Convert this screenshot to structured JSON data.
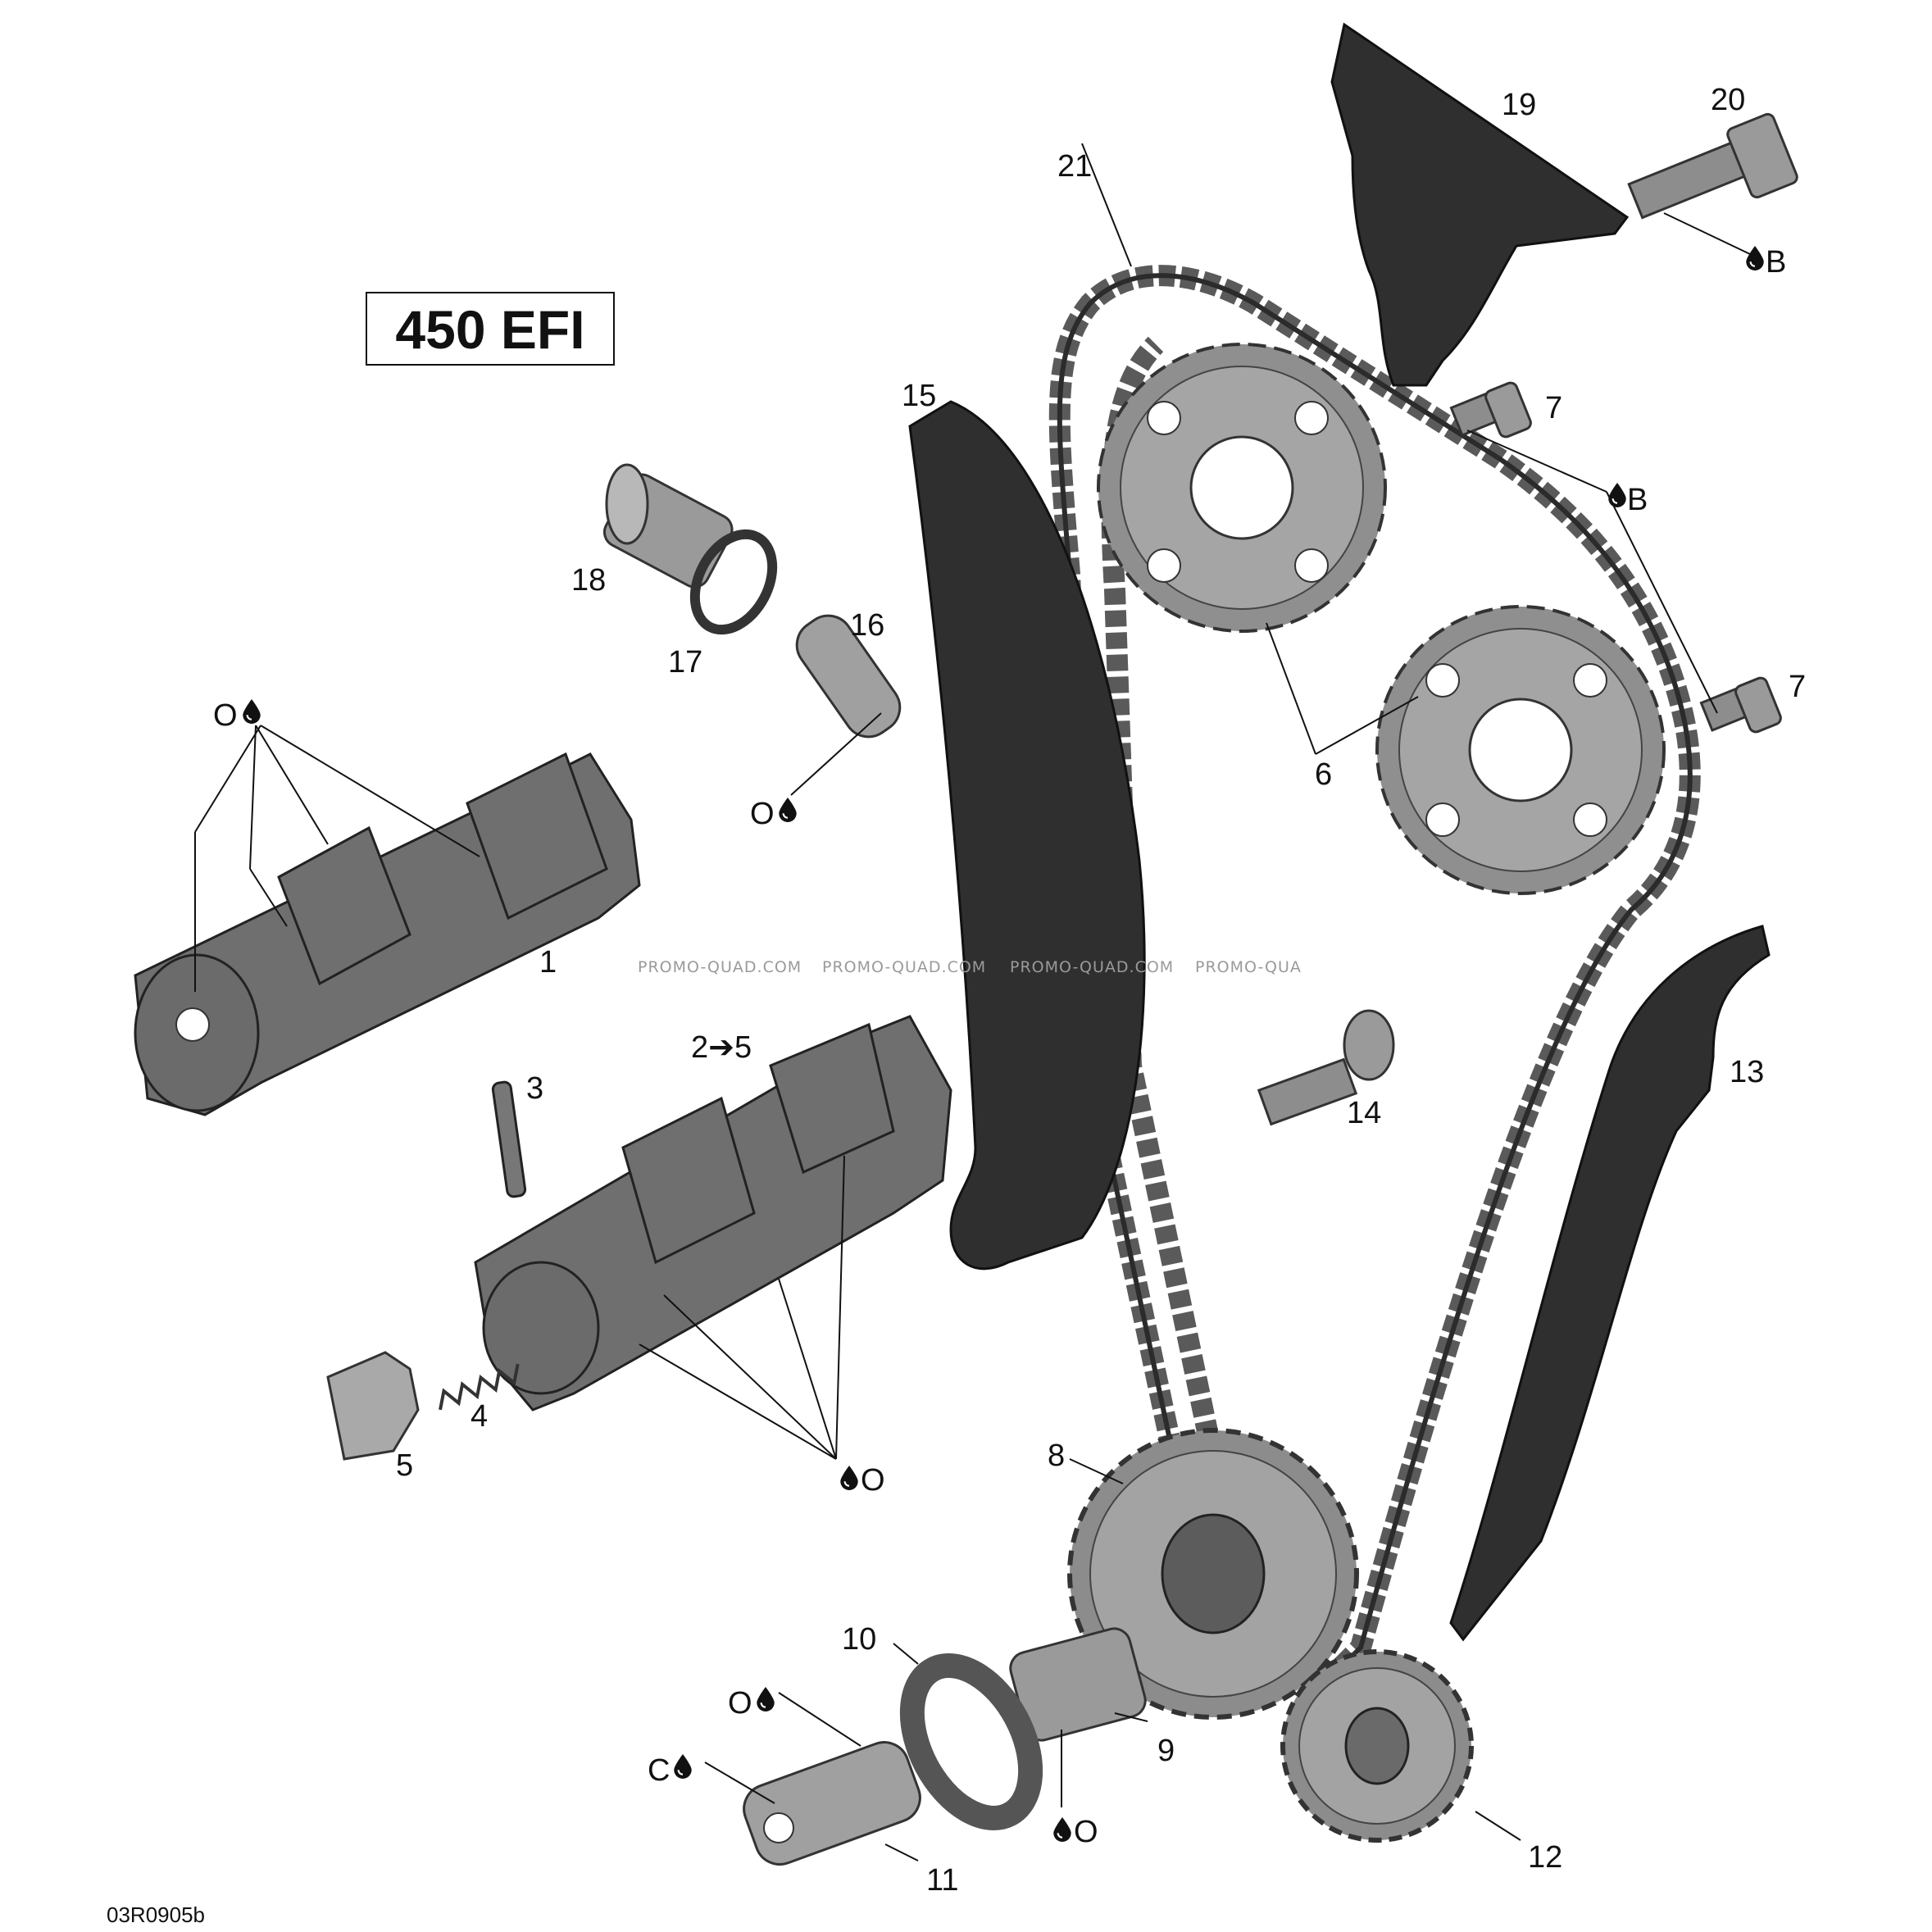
{
  "title": "450 EFI",
  "figure_code": "03R0905b",
  "watermark": [
    "PROMO-QUAD.COM",
    "PROMO-QUAD.COM",
    "PROMO-QUAD.COM",
    "PROMO-QUA"
  ],
  "callouts": {
    "p1": "1",
    "p2to5": "2➔5",
    "p3": "3",
    "p4": "4",
    "p5": "5",
    "p6": "6",
    "p7a": "7",
    "p7b": "7",
    "p8": "8",
    "p9": "9",
    "p10": "10",
    "p11": "11",
    "p12": "12",
    "p13": "13",
    "p14": "14",
    "p15": "15",
    "p16": "16",
    "p17": "17",
    "p18": "18",
    "p19": "19",
    "p20": "20",
    "p21": "21"
  },
  "lubricant_marks": {
    "oil_cam1": "O",
    "oil_pin16": "O",
    "oil_cam2": "O",
    "oil_shaft11": "O",
    "oil_bush9": "O",
    "compound_shaft11": "C",
    "thread_bolt20": "B",
    "thread_bolts7": "B"
  },
  "icons": [
    "oil-drop-icon",
    "arrow-right-icon"
  ]
}
